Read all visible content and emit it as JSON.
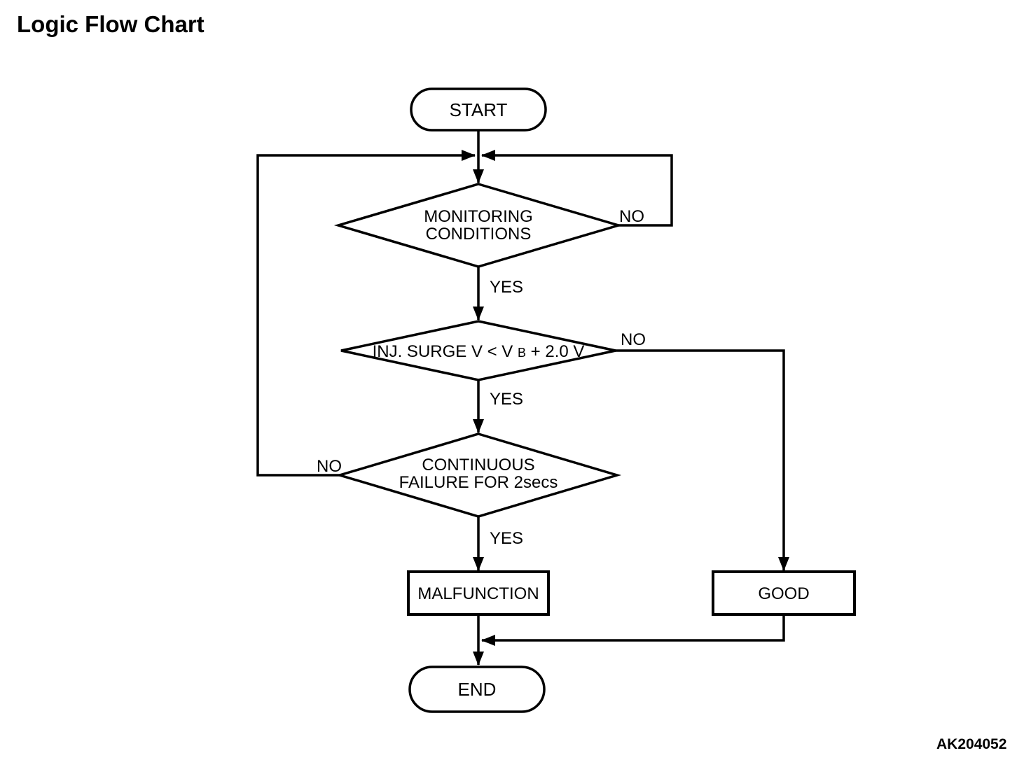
{
  "page": {
    "title": "Logic Flow Chart",
    "figure_code": "AK204052"
  },
  "colors": {
    "ink": "#000000",
    "background": "#ffffff"
  },
  "flowchart": {
    "start": {
      "label": "START"
    },
    "end": {
      "label": "END"
    },
    "decision_monitoring": {
      "line1": "MONITORING",
      "line2": "CONDITIONS",
      "yes": "YES",
      "no": "NO"
    },
    "decision_surge": {
      "text_before_sub": "INJ. SURGE V < V",
      "subscript": "B",
      "text_after_sub": " + 2.0 V",
      "yes": "YES",
      "no": "NO"
    },
    "decision_continuous": {
      "line1": "CONTINUOUS",
      "line2": "FAILURE FOR 2secs",
      "yes": "YES",
      "no": "NO"
    },
    "outcome_malfunction": {
      "label": "MALFUNCTION"
    },
    "outcome_good": {
      "label": "GOOD"
    }
  }
}
